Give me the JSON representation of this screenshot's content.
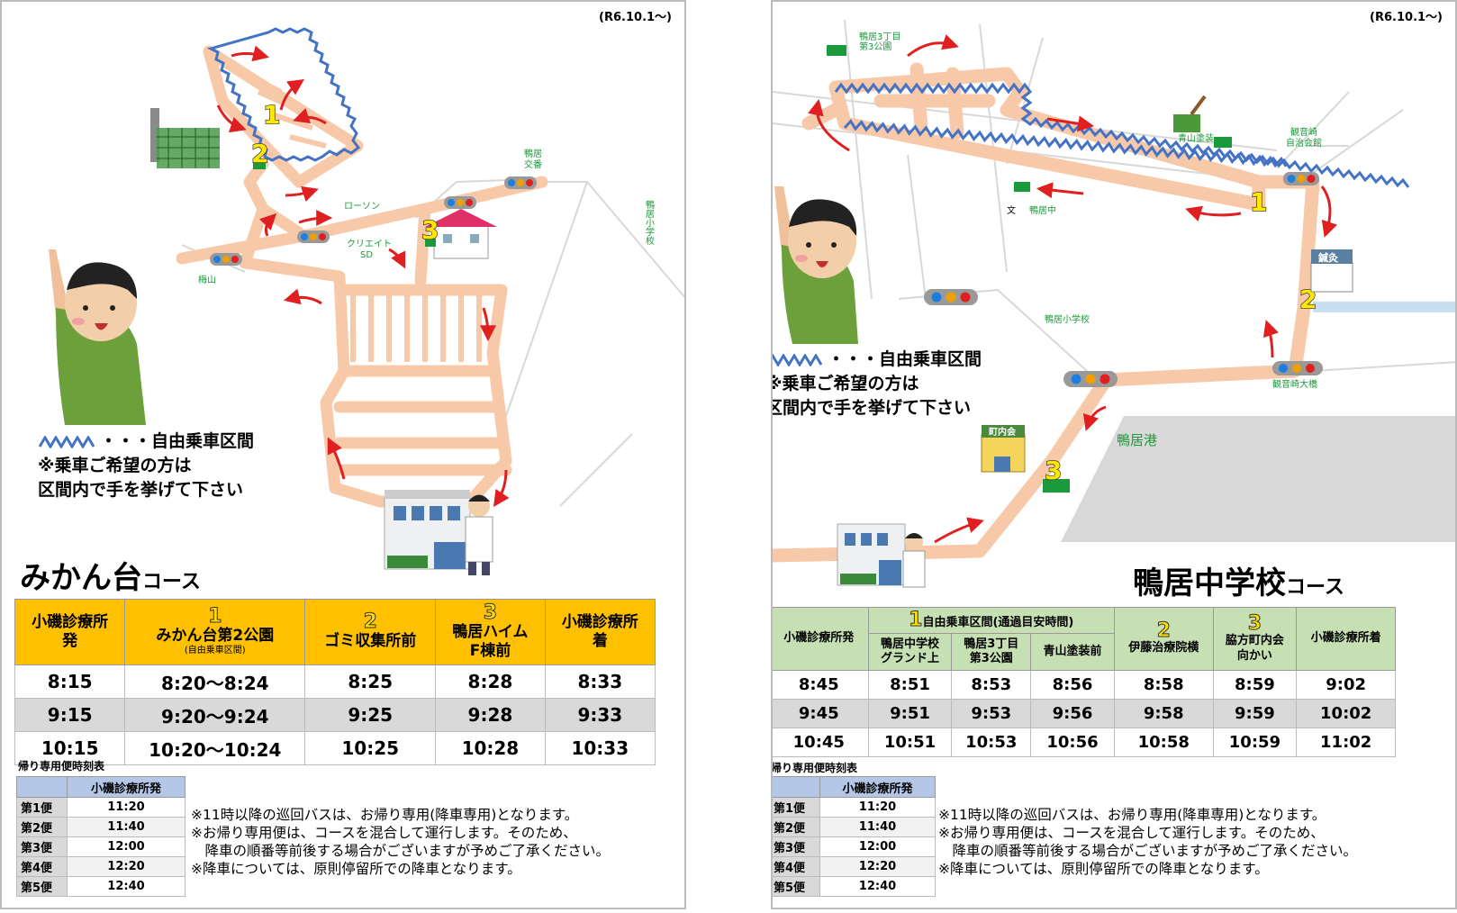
{
  "date_label": "(R6.10.1～)",
  "common": {
    "legend_text": "・・・自由乗車区間",
    "notice_line1": "※乗車ご希望の方は",
    "notice_line2": "区間内で手を挙げて下さい",
    "return_label": "帰り専用便時刻表",
    "return_header": "小磯診療所発",
    "return_rows": [
      {
        "label": "第1便",
        "time": "11:20"
      },
      {
        "label": "第2便",
        "time": "11:40"
      },
      {
        "label": "第3便",
        "time": "12:00"
      },
      {
        "label": "第4便",
        "time": "12:20"
      },
      {
        "label": "第5便",
        "time": "12:40"
      }
    ],
    "notes": [
      "※11時以降の巡回バスは、お帰り専用(降車専用)となります。",
      "※お帰り専用便は、コースを混合して運行します。そのため、",
      "　降車の順番等前後する場合がございますが予めご了承ください。",
      "※降車については、原則停留所での降車となります。"
    ]
  },
  "left": {
    "course_name": "みかん台",
    "course_suffix": "コース",
    "map_labels": {
      "lawson": "ローソン",
      "create": "クリエイト",
      "create2": "SD",
      "umeyama": "梅山",
      "kamoi_intersection": "鴨居",
      "kamoi_intersection2": "交番",
      "school": "鴨居小学校"
    },
    "headers": [
      {
        "num": "",
        "label": "小磯診療所\n発",
        "sub": ""
      },
      {
        "num": "1",
        "label": "みかん台第2公園",
        "sub": "(自由乗車区間)"
      },
      {
        "num": "2",
        "label": "ゴミ収集所前",
        "sub": ""
      },
      {
        "num": "3",
        "label": "鴨居ハイム\nF棟前",
        "sub": ""
      },
      {
        "num": "",
        "label": "小磯診療所\n着",
        "sub": ""
      }
    ],
    "rows": [
      [
        "8:15",
        "8:20～8:24",
        "8:25",
        "8:28",
        "8:33"
      ],
      [
        "9:15",
        "9:20～9:24",
        "9:25",
        "9:28",
        "9:33"
      ],
      [
        "10:15",
        "10:20～10:24",
        "10:25",
        "10:28",
        "10:33"
      ]
    ]
  },
  "right": {
    "course_name": "鴨居中学校",
    "course_suffix": "コース",
    "map_labels": {
      "park": "鴨居3丁目",
      "park2": "第3公園",
      "aoyama": "青山塗装",
      "kannonzaki": "観音崎",
      "kannonzaki2": "自治会館",
      "kamoi_jhs": "鴨居中",
      "bun": "文",
      "kamoi_es": "鴨居小学校",
      "bridge": "観音崎大橋",
      "port": "鴨居港",
      "chonaikai": "町内会",
      "clinic_sign": "鍼灸"
    },
    "group_header": "自由乗車区間(通過目安時間)",
    "headers": [
      {
        "num": "",
        "label": "小磯診療所発"
      },
      {
        "num": "",
        "label": "鴨居中学校\nグランド上"
      },
      {
        "num": "",
        "label": "鴨居3丁目\n第3公園"
      },
      {
        "num": "",
        "label": "青山塗装前"
      },
      {
        "num": "2",
        "label": "伊藤治療院横"
      },
      {
        "num": "3",
        "label": "脇方町内会\n向かい"
      },
      {
        "num": "",
        "label": "小磯診療所着"
      }
    ],
    "group_num": "1",
    "rows": [
      [
        "8:45",
        "8:51",
        "8:53",
        "8:56",
        "8:58",
        "8:59",
        "9:02"
      ],
      [
        "9:45",
        "9:51",
        "9:53",
        "9:56",
        "9:58",
        "9:59",
        "10:02"
      ],
      [
        "10:45",
        "10:51",
        "10:53",
        "10:56",
        "10:58",
        "10:59",
        "11:02"
      ]
    ]
  },
  "colors": {
    "road": "#f8c9a8",
    "wave": "#4472c4",
    "arrow": "#e02020",
    "yellow_header": "#ffc000",
    "green_header": "#c6e0b4"
  }
}
